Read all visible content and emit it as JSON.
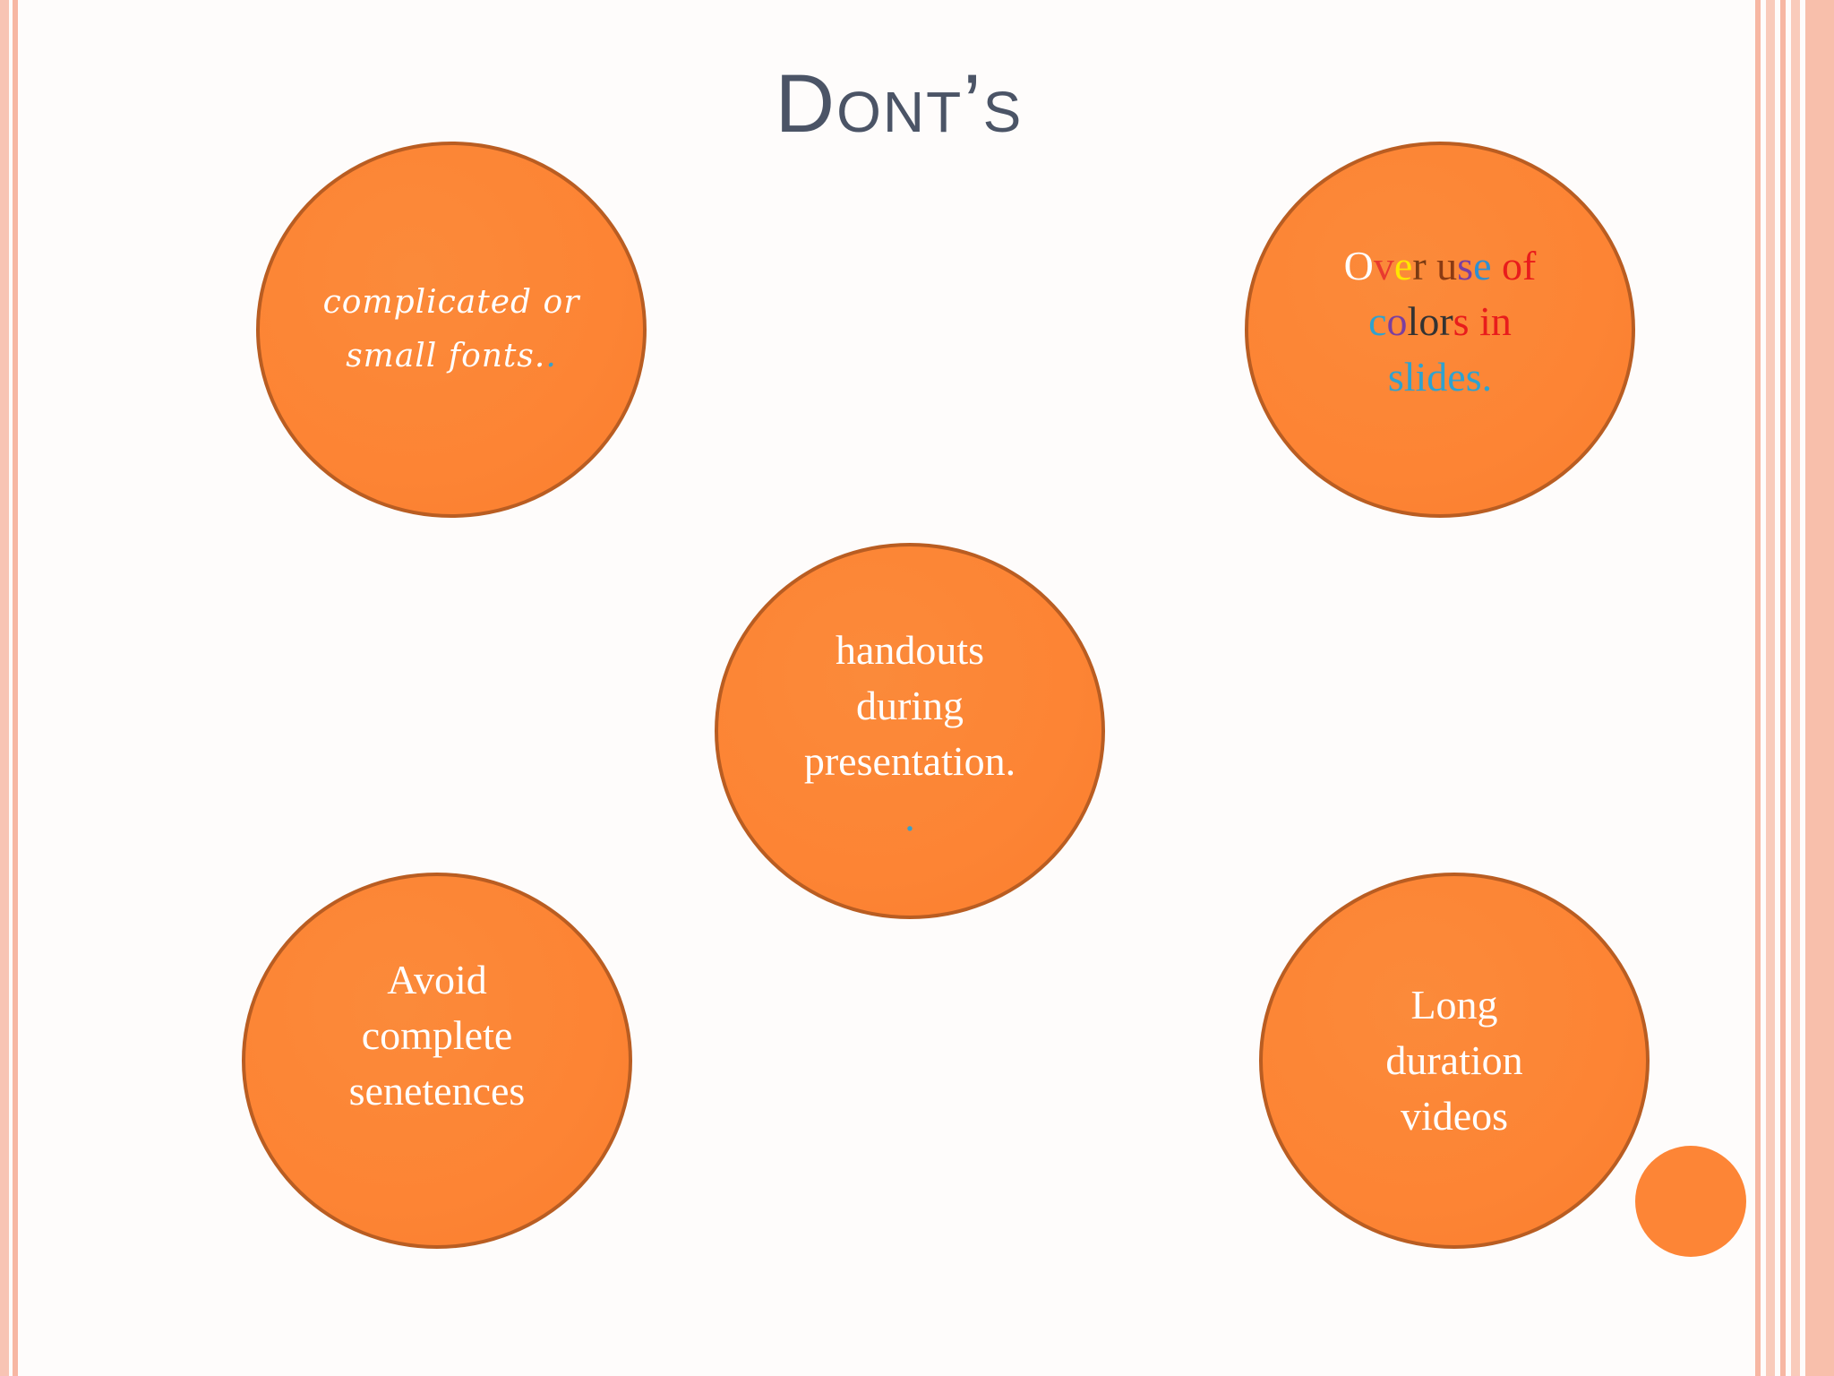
{
  "title": "Dont’s",
  "bubbles": {
    "fonts": {
      "line1": "complicated  or",
      "line2": "small  fonts.",
      "trail": "."
    },
    "colors": {
      "line1": [
        {
          "t": "O",
          "c": "#ffffff"
        },
        {
          "t": "v",
          "c": "#e83a2f"
        },
        {
          "t": "e",
          "c": "#ffe600"
        },
        {
          "t": "r",
          "c": "#7a3a12"
        },
        {
          "t": " ",
          "c": "#ffffff"
        },
        {
          "t": "u",
          "c": "#8b3a12"
        },
        {
          "t": "s",
          "c": "#7b3fa0"
        },
        {
          "t": "e",
          "c": "#2f8fd0"
        },
        {
          "t": " ",
          "c": "#ffffff"
        },
        {
          "t": "o",
          "c": "#e81c1c"
        },
        {
          "t": "f",
          "c": "#e81c1c"
        }
      ],
      "line2": [
        {
          "t": "c",
          "c": "#2fa2cf"
        },
        {
          "t": "o",
          "c": "#7b3fa0"
        },
        {
          "t": "l",
          "c": "#333333"
        },
        {
          "t": "o",
          "c": "#333333"
        },
        {
          "t": "r",
          "c": "#333333"
        },
        {
          "t": "s",
          "c": "#e81c1c"
        },
        {
          "t": " ",
          "c": "#ffffff"
        },
        {
          "t": "i",
          "c": "#e81c1c"
        },
        {
          "t": "n",
          "c": "#e81c1c"
        }
      ],
      "line3": "slides.",
      "line3_color": "#2fa2cf"
    },
    "handouts": {
      "line1": "handouts",
      "line2": "during",
      "line3": "presentation.",
      "trail": "."
    },
    "sentences": {
      "line1": "Avoid",
      "line2": "complete",
      "line3": "senetences"
    },
    "videos": {
      "line1": "Long",
      "line2": "duration",
      "line3": "videos"
    }
  }
}
